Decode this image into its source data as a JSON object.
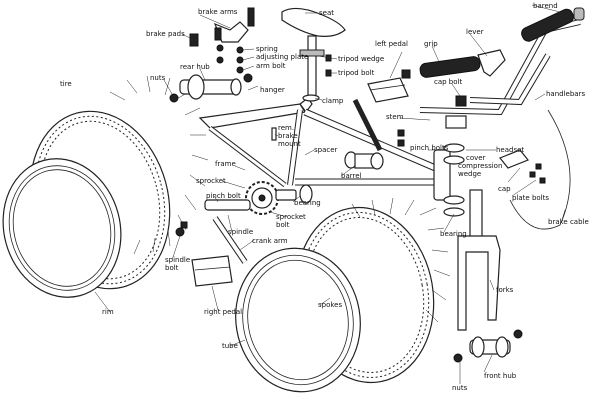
{
  "labels": {
    "barend": "barend",
    "brake_arms": "brake arms",
    "seat": "seat",
    "brake_pads": "brake pads",
    "spring": "spring",
    "adjusting_plate": "adjusting plate",
    "arm_bolt": "arm bolt",
    "tripod_wedge": "tripod wedge",
    "left_pedal": "left pedal",
    "grip": "grip",
    "lever": "lever",
    "rear_hub": "rear hub",
    "nuts_top": "nuts",
    "tripod_bolt": "tripod bolt",
    "tire": "tire",
    "hanger": "hanger",
    "clamp": "clamp",
    "cap_bolt": "cap bolt",
    "handlebars": "handlebars",
    "rem_brake_mount": "rem.\nbrake\nmount",
    "stem": "stem",
    "spacer": "spacer",
    "pinch_bolts": "pinch bolts",
    "headset": "headset",
    "cover": "cover",
    "compression": "compression",
    "wedge": "wedge",
    "frame": "frame",
    "barrel": "barrel",
    "sprocket_top": "sprocket",
    "pinch_bolt": "pinch bolt",
    "cap": "cap",
    "plate_bolts": "plate bolts",
    "bearing_top": "bearing",
    "sprocket_bolt": "sprocket\nbolt",
    "spindle": "spindle",
    "crank_arm": "crank arm",
    "brake_cable": "brake cable",
    "bearing_right": "bearing",
    "spindle_bolt": "spindle\nbolt",
    "rim": "rim",
    "right_pedal": "right pedal",
    "spokes": "spokes",
    "forks": "forks",
    "tube": "tube",
    "front_hub": "front hub",
    "nuts_bottom": "nuts"
  }
}
